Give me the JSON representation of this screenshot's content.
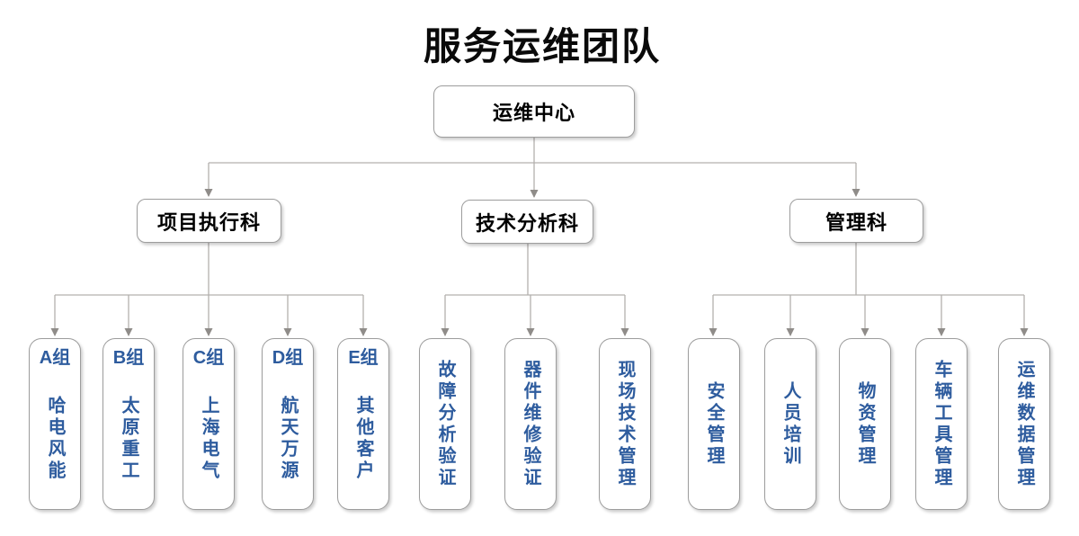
{
  "title": "服务运维团队",
  "colors": {
    "node_blue": "#2E5C9E",
    "title_black": "#0a0a0a",
    "border_gray": "#9d9d9d",
    "line_gray": "#b3b0ad",
    "arrow_gray": "#8f8c89"
  },
  "tree": {
    "root": {
      "label": "运维中心"
    },
    "sections": [
      {
        "label": "项目执行科",
        "children": [
          {
            "group": "A组",
            "name": "哈电风能"
          },
          {
            "group": "B组",
            "name": "太原重工"
          },
          {
            "group": "C组",
            "name": "上海电气"
          },
          {
            "group": "D组",
            "name": "航天万源"
          },
          {
            "group": "E组",
            "name": "其他客户"
          }
        ]
      },
      {
        "label": "技术分析科",
        "children": [
          {
            "name": "故障分析验证"
          },
          {
            "name": "器件维修验证"
          },
          {
            "name": "现场技术管理"
          }
        ]
      },
      {
        "label": "管理科",
        "children": [
          {
            "name": "安全管理"
          },
          {
            "name": "人员培训"
          },
          {
            "name": "物资管理"
          },
          {
            "name": "车辆工具管理"
          },
          {
            "name": "运维数据管理"
          }
        ]
      }
    ]
  }
}
